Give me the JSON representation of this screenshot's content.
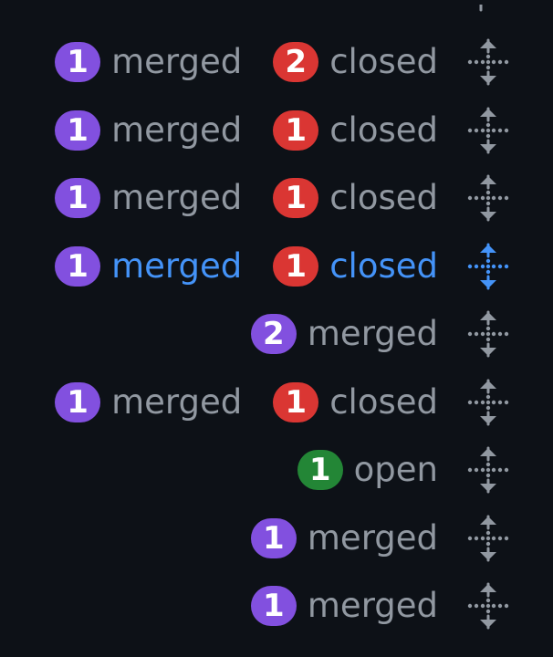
{
  "colors": {
    "background": "#0d1117",
    "merged": "#8250df",
    "closed": "#da3633",
    "open": "#238636",
    "muted_text": "#9198a1",
    "hover_text": "#4493f8",
    "handle": "#9198a1",
    "handle_hover": "#4493f8"
  },
  "drag_icon": "move-arrows-icon",
  "rows": [
    {
      "hover": false,
      "groups": [
        {
          "state": "merged",
          "count": "1",
          "label": "merged"
        },
        {
          "state": "closed",
          "count": "2",
          "label": "closed"
        }
      ]
    },
    {
      "hover": false,
      "groups": [
        {
          "state": "merged",
          "count": "1",
          "label": "merged"
        },
        {
          "state": "closed",
          "count": "1",
          "label": "closed"
        }
      ]
    },
    {
      "hover": false,
      "groups": [
        {
          "state": "merged",
          "count": "1",
          "label": "merged"
        },
        {
          "state": "closed",
          "count": "1",
          "label": "closed"
        }
      ]
    },
    {
      "hover": true,
      "groups": [
        {
          "state": "merged",
          "count": "1",
          "label": "merged"
        },
        {
          "state": "closed",
          "count": "1",
          "label": "closed"
        }
      ]
    },
    {
      "hover": false,
      "groups": [
        {
          "state": "merged",
          "count": "2",
          "label": "merged"
        }
      ]
    },
    {
      "hover": false,
      "groups": [
        {
          "state": "merged",
          "count": "1",
          "label": "merged"
        },
        {
          "state": "closed",
          "count": "1",
          "label": "closed"
        }
      ]
    },
    {
      "hover": false,
      "groups": [
        {
          "state": "open",
          "count": "1",
          "label": "open"
        }
      ]
    },
    {
      "hover": false,
      "groups": [
        {
          "state": "merged",
          "count": "1",
          "label": "merged"
        }
      ]
    },
    {
      "hover": false,
      "groups": [
        {
          "state": "merged",
          "count": "1",
          "label": "merged"
        }
      ]
    }
  ]
}
